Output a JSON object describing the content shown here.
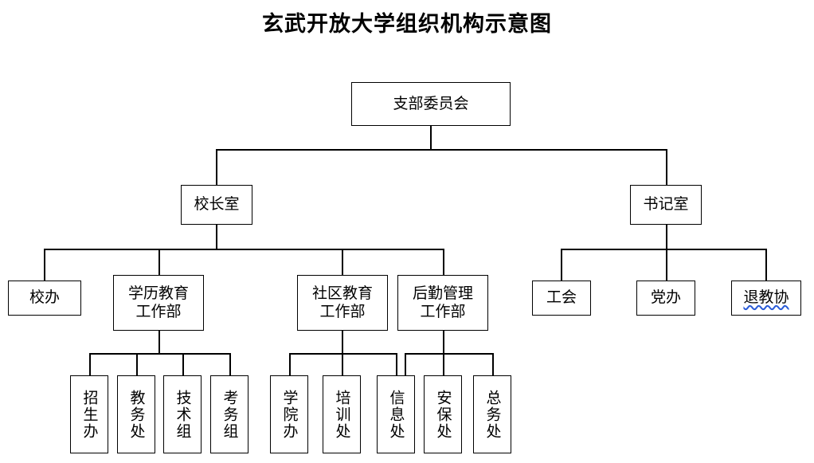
{
  "title": "玄武开放大学组织机构示意图",
  "chart_data": {
    "type": "diagram",
    "diagram_kind": "organization-chart",
    "title": "玄武开放大学组织机构示意图",
    "orientation": "top-down",
    "node_shape": "rectangle",
    "node_border_color": "#000000",
    "node_fill_color": "#ffffff",
    "edge_color": "#000000",
    "levels": 4,
    "nodes": [
      {
        "id": "n0",
        "label": "支部委员会",
        "level": 0,
        "text_orientation": "horizontal"
      },
      {
        "id": "n1",
        "label": "校长室",
        "level": 1,
        "text_orientation": "horizontal"
      },
      {
        "id": "n2",
        "label": "书记室",
        "level": 1,
        "text_orientation": "horizontal"
      },
      {
        "id": "n3",
        "label": "校办",
        "level": 2,
        "text_orientation": "horizontal"
      },
      {
        "id": "n4",
        "label": "学历教育\n工作部",
        "level": 2,
        "text_orientation": "horizontal"
      },
      {
        "id": "n5",
        "label": "社区教育\n工作部",
        "level": 2,
        "text_orientation": "horizontal"
      },
      {
        "id": "n6",
        "label": "后勤管理\n工作部",
        "level": 2,
        "text_orientation": "horizontal"
      },
      {
        "id": "n7",
        "label": "工会",
        "level": 2,
        "text_orientation": "horizontal"
      },
      {
        "id": "n8",
        "label": "党办",
        "level": 2,
        "text_orientation": "horizontal"
      },
      {
        "id": "n9",
        "label": "退教协",
        "level": 2,
        "text_orientation": "horizontal",
        "spellcheck_underline": true,
        "underline_color": "#2a5bd7"
      },
      {
        "id": "n10",
        "label": "招生办",
        "level": 3,
        "text_orientation": "vertical"
      },
      {
        "id": "n11",
        "label": "教务处",
        "level": 3,
        "text_orientation": "vertical"
      },
      {
        "id": "n12",
        "label": "技术组",
        "level": 3,
        "text_orientation": "vertical"
      },
      {
        "id": "n13",
        "label": "考务组",
        "level": 3,
        "text_orientation": "vertical"
      },
      {
        "id": "n14",
        "label": "学院办",
        "level": 3,
        "text_orientation": "vertical"
      },
      {
        "id": "n15",
        "label": "培训处",
        "level": 3,
        "text_orientation": "vertical"
      },
      {
        "id": "n16",
        "label": "信息处",
        "level": 3,
        "text_orientation": "vertical"
      },
      {
        "id": "n17",
        "label": "安保处",
        "level": 3,
        "text_orientation": "vertical"
      },
      {
        "id": "n18",
        "label": "总务处",
        "level": 3,
        "text_orientation": "vertical"
      }
    ],
    "edges": [
      {
        "from": "n0",
        "to": "n1"
      },
      {
        "from": "n0",
        "to": "n2"
      },
      {
        "from": "n1",
        "to": "n3"
      },
      {
        "from": "n1",
        "to": "n4"
      },
      {
        "from": "n1",
        "to": "n5"
      },
      {
        "from": "n1",
        "to": "n6"
      },
      {
        "from": "n2",
        "to": "n7"
      },
      {
        "from": "n2",
        "to": "n8"
      },
      {
        "from": "n2",
        "to": "n9"
      },
      {
        "from": "n4",
        "to": "n10"
      },
      {
        "from": "n4",
        "to": "n11"
      },
      {
        "from": "n4",
        "to": "n12"
      },
      {
        "from": "n4",
        "to": "n13"
      },
      {
        "from": "n5",
        "to": "n14"
      },
      {
        "from": "n5",
        "to": "n15"
      },
      {
        "from": "n5",
        "to": "n16"
      },
      {
        "from": "n6",
        "to": "n16"
      },
      {
        "from": "n6",
        "to": "n17"
      },
      {
        "from": "n6",
        "to": "n18"
      }
    ]
  }
}
